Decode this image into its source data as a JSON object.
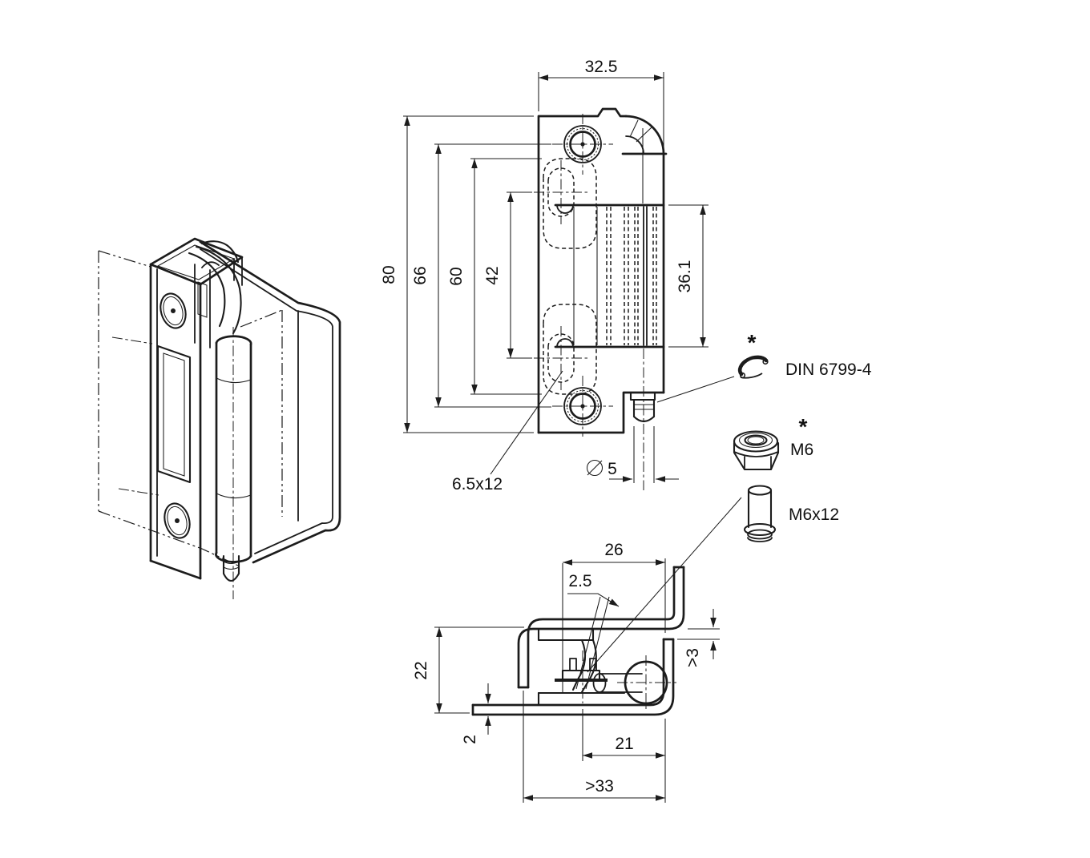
{
  "front_view": {
    "overall_width": "32.5",
    "overall_height": "80",
    "hole_spacing": "66",
    "cutout_spacing": "60",
    "slot_spacing": "42",
    "leaf_height": "36.1",
    "pin_diameter": "5",
    "slot_size": "6.5x12"
  },
  "section_view": {
    "mount_width": "26",
    "sheet_thickness": "2.5",
    "overall_depth": "22",
    "clearance_gap": ">3",
    "frame_thickness": "2",
    "pin_offset": "21",
    "min_frame_width": ">33"
  },
  "callouts": {
    "asterisk": "*",
    "retaining_ring_label": "DIN 6799-4",
    "nut_label": "M6",
    "screw_label": "M6x12"
  }
}
